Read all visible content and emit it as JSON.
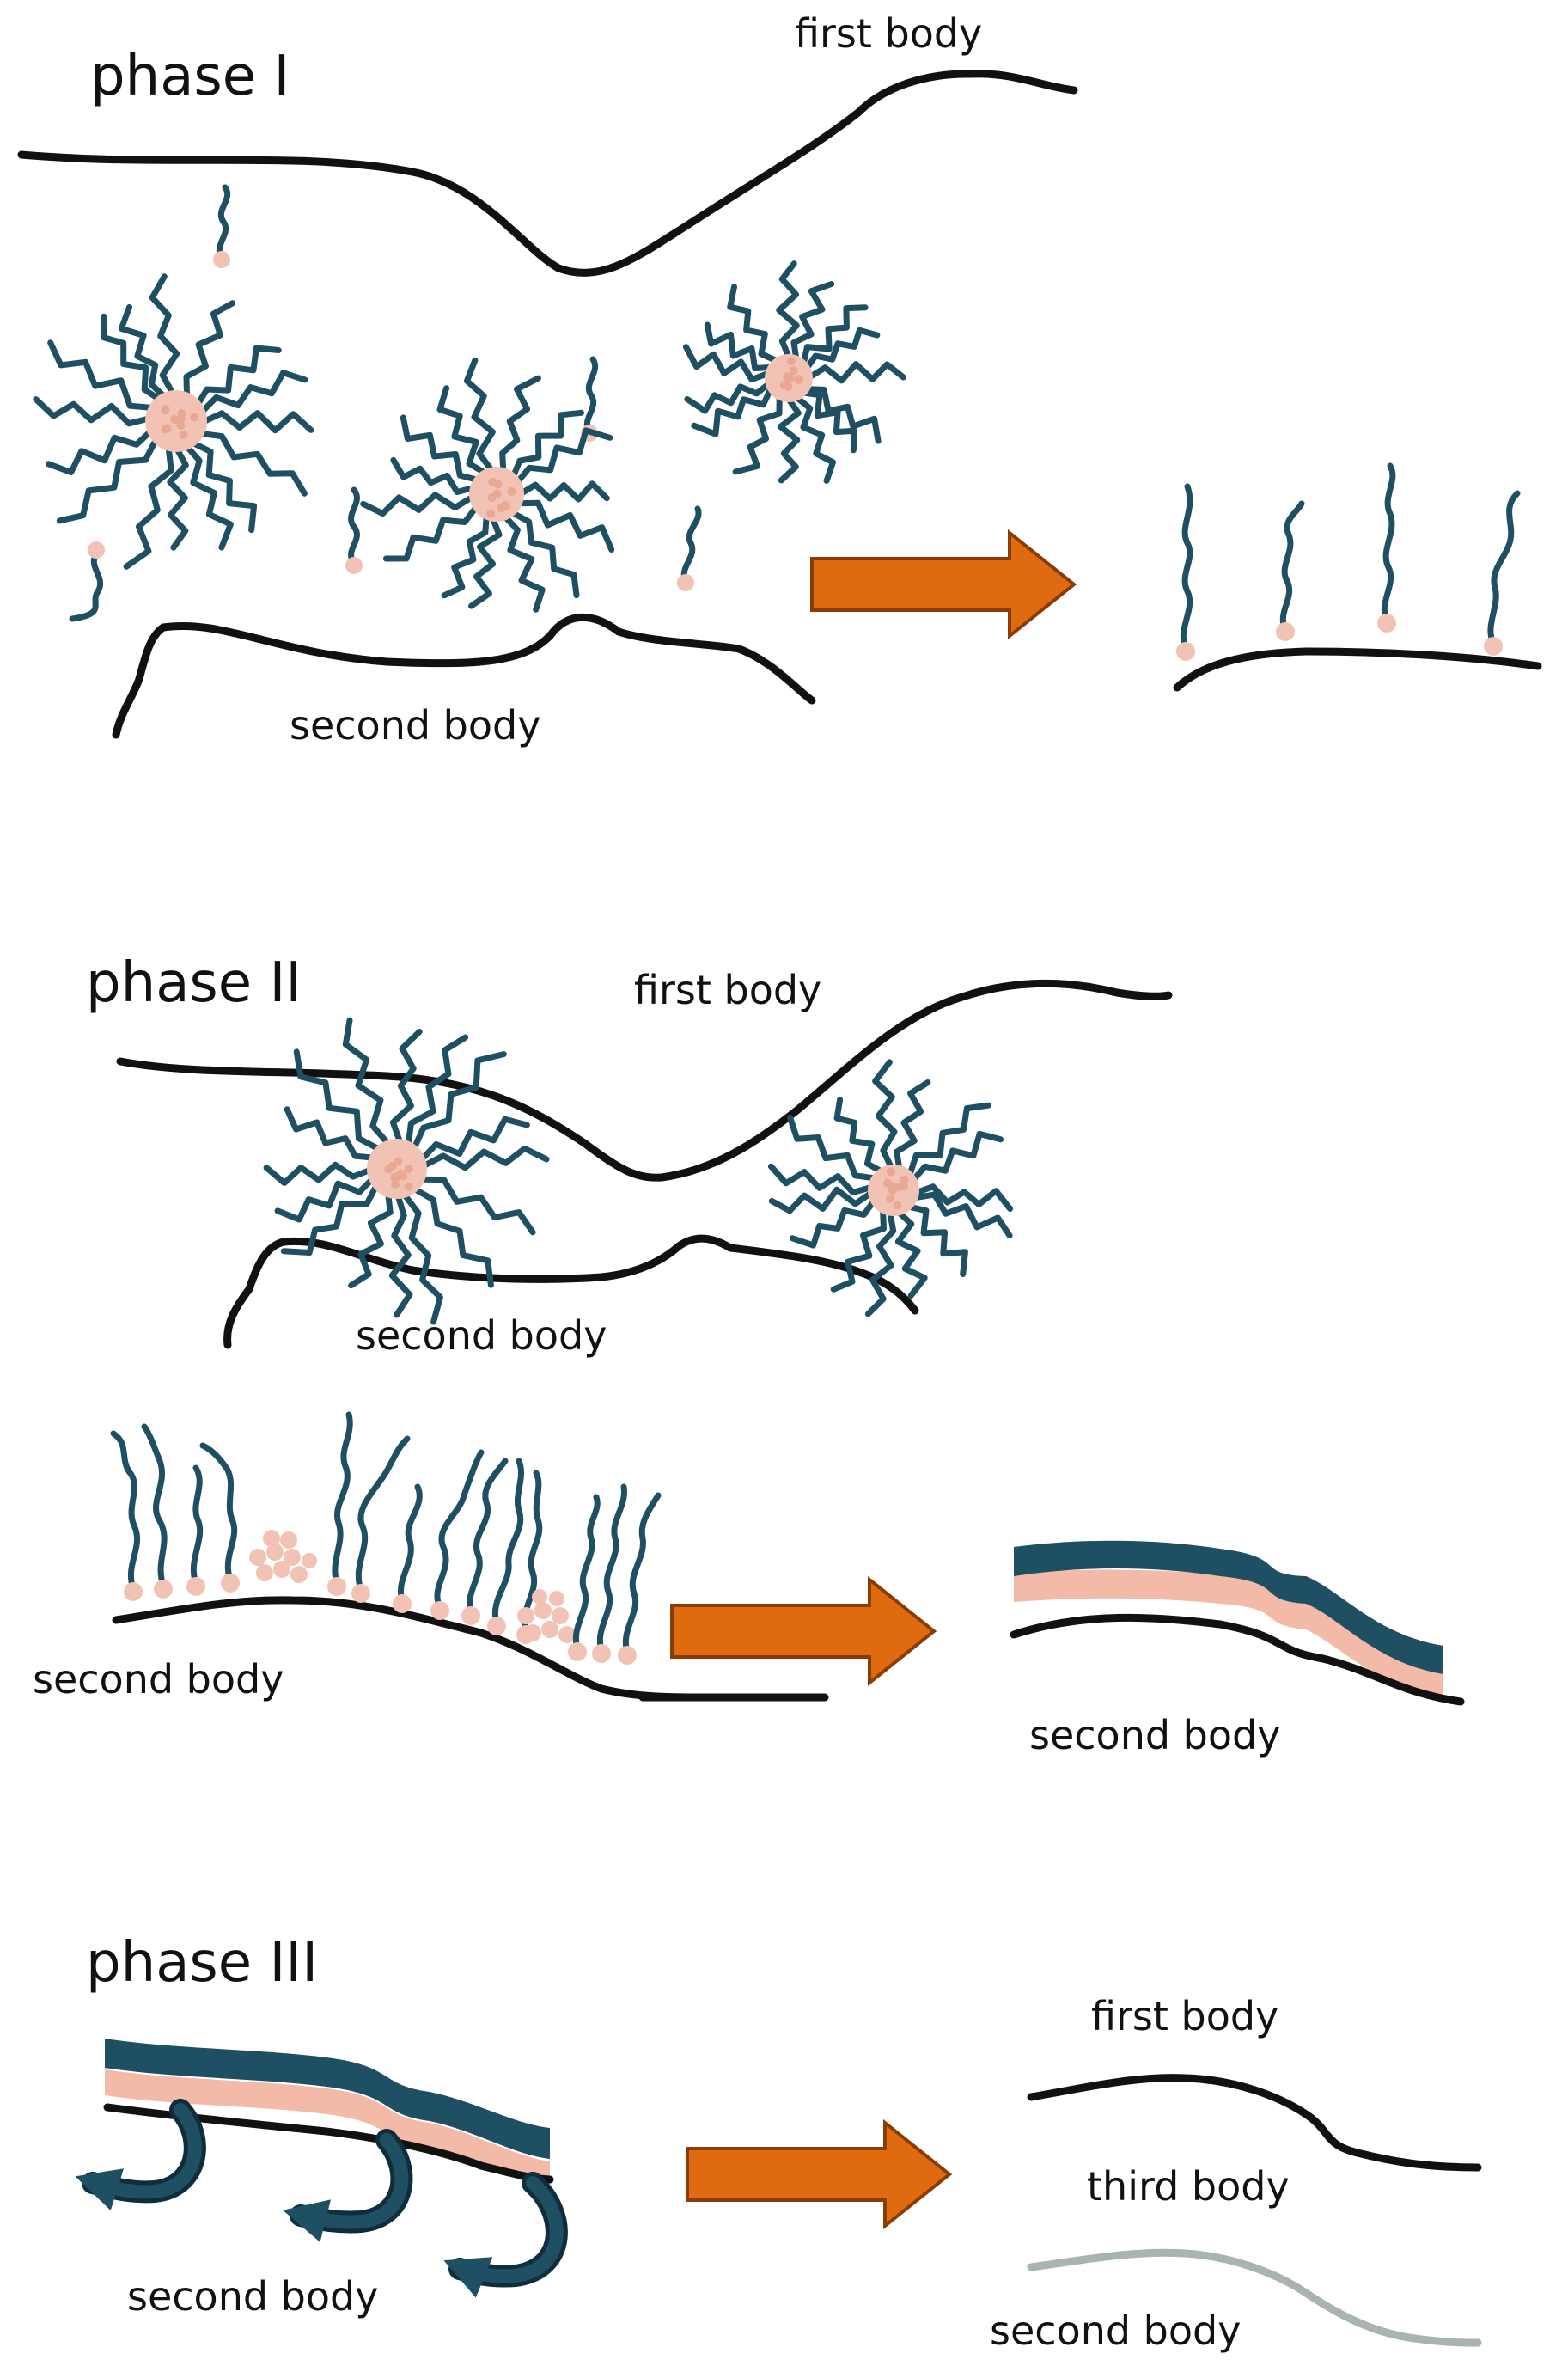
{
  "colors": {
    "tail": "#1e4f63",
    "head": "#f2c3b4",
    "surface": "#111111",
    "faded_surface": "#a9b3b0",
    "arrow": "#e06a10",
    "arrow_edge": "#8a3c05",
    "film_dark": "#1e4f63",
    "film_light": "#f4baa8"
  },
  "phase1": {
    "title": "phase I",
    "first_body_label": "first body",
    "second_body_label": "second body"
  },
  "phase2": {
    "title": "phase II",
    "first_body_label": "first body",
    "second_body_label": "second body",
    "adsorbed_second_body_label": "second body",
    "film_second_body_label": "second body"
  },
  "phase3": {
    "title": "phase III",
    "second_body_label": "second body",
    "first_body_label": "first body",
    "third_body_label": "third body",
    "result_second_body_label": "second body"
  },
  "icons": {
    "molecule": "surfactant-molecule-icon",
    "micelle": "micelle-icon",
    "arrow": "process-arrow-icon",
    "curl": "curl-arrow-icon"
  }
}
